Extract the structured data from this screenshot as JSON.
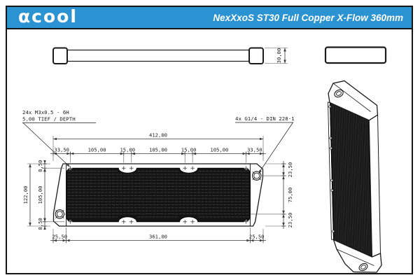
{
  "header": {
    "logo_text": "αcool",
    "product_title": "NexXxoS ST30 Full Copper X-Flow 360mm",
    "bar_color": "#2b93d2"
  },
  "callouts": {
    "mounting_threads_line1": "24x M3x0.5 - 6H",
    "mounting_threads_line2": "5,00 TIEF / DEPTH",
    "ports": "4x G1/4 - DIN 228-1"
  },
  "dimensions": {
    "top_view_thickness": "30,00",
    "overall_length": "412,00",
    "top_chain": [
      "33,50",
      "105,00",
      "15,00",
      "105,00",
      "15,00",
      "105,00",
      "33,50"
    ],
    "overall_height": "122,00",
    "left_chain": [
      "8,50",
      "105,00",
      "8,50"
    ],
    "right_chain": [
      "23,50",
      "75,00",
      "23,50"
    ],
    "bottom_chain": [
      "25,50",
      "361,00",
      "25,50"
    ]
  },
  "colors": {
    "object_line": "#1a1a1a",
    "dimension_line": "#3c3c3c",
    "core_fill": "#141414"
  }
}
